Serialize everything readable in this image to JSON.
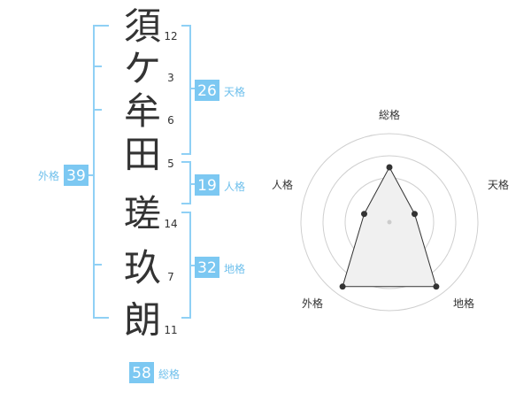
{
  "name": {
    "surname": [
      {
        "char": "須",
        "strokes": "12"
      },
      {
        "char": "ケ",
        "strokes": "3"
      },
      {
        "char": "牟",
        "strokes": "6"
      },
      {
        "char": "田",
        "strokes": "5"
      }
    ],
    "given": [
      {
        "char": "瑳",
        "strokes": "14"
      },
      {
        "char": "玖",
        "strokes": "7"
      },
      {
        "char": "朗",
        "strokes": "11"
      }
    ]
  },
  "fortunes": {
    "tenkaku": {
      "value": "26",
      "label": "天格"
    },
    "jinkaku": {
      "value": "19",
      "label": "人格"
    },
    "chikaku": {
      "value": "32",
      "label": "地格"
    },
    "gaikaku": {
      "value": "39",
      "label": "外格"
    },
    "soukaku": {
      "value": "58",
      "label": "総格"
    }
  },
  "colors": {
    "badge": "#7cc8f2",
    "bracket": "#8fd0f5",
    "label": "#6fc0ec",
    "radar_fill": "#f0f0f0"
  },
  "chart_data": {
    "type": "radar",
    "axes": [
      "総格",
      "天格",
      "地格",
      "外格",
      "人格"
    ],
    "values": [
      0.62,
      0.3,
      0.9,
      0.9,
      0.3
    ],
    "range": [
      0,
      1
    ],
    "rings": 4,
    "grid": true
  }
}
